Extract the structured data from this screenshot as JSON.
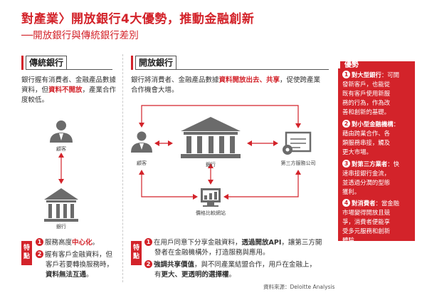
{
  "header": {
    "title": "對產業〉開放銀行4大優勢，推動金融創新",
    "subtitle": "──開放銀行與傳統銀行差別"
  },
  "traditional": {
    "heading": "傳統銀行",
    "desc_1": "銀行握有消費者、金融產品數據",
    "desc_2_pre": "資料，但",
    "desc_2_red": "資料不開放",
    "desc_2_post": "，產業合作",
    "desc_3": "度較低。",
    "label_customer": "顧客",
    "label_bank": "銀行",
    "features_badge": "特點",
    "feature_1_pre": "服務高度",
    "feature_1_bold": "中心化",
    "feature_1_post": "。",
    "feature_2_line1": "握有客戶金融資料，但",
    "feature_2_line2": "客戶若要轉換服務時，",
    "feature_2_line3_bold": "資料無法互通",
    "feature_2_line3_post": "。"
  },
  "open": {
    "heading": "開放銀行",
    "desc_1_pre": "銀行將消費者、金融產品數據",
    "desc_1_red": "資料開放出去、共享",
    "desc_1_post": "，促使跨產業",
    "desc_2": "合作機會大增。",
    "label_customer": "顧客",
    "label_bank": "銀行",
    "label_third_party": "第三方服務公司",
    "label_comparison": "價格比較網站",
    "features_badge": "特點",
    "feature_1_line1_pre": "在用戶同意下分享金融資料，",
    "feature_1_line1_bold": "透過開放API",
    "feature_1_line1_post": "，讓第三方開",
    "feature_1_line2": "發者在金融機構外，打造服務與應用。",
    "feature_2_line1_bold": "強調共享價值",
    "feature_2_line1_post": "，與不同產業結盟合作，用戶在金融上，",
    "feature_2_line2_pre": "有",
    "feature_2_line2_bold": "更大、更透明的選擇權",
    "feature_2_line2_post": "。"
  },
  "advantages": {
    "title": "優勢",
    "items": [
      {
        "num": "1",
        "head": "對大型銀行",
        "sep": "：",
        "lines": [
          "可開",
          "發新客戶，也能從",
          "既有客戶使用新服",
          "務的行為，作為改",
          "善和創新的基礎。"
        ]
      },
      {
        "num": "2",
        "head": "對小型金融機構",
        "sep": "：",
        "lines": [
          "藉由跨業合作、各",
          "類服務串接，觸及",
          "更大市場。"
        ]
      },
      {
        "num": "3",
        "head": "對第三方業者",
        "sep": "：",
        "lines": [
          "快",
          "速串接銀行金流，",
          "並透過分潤的型態",
          "獲利。"
        ]
      },
      {
        "num": "4",
        "head": "對消費者",
        "sep": "：",
        "lines": [
          "當金融",
          "市場變得開放且競",
          "爭，消費者便能享",
          "受多元服務和創新",
          "體驗。"
        ]
      }
    ]
  },
  "source": "資料來源：Deloitte Analysis",
  "colors": {
    "accent": "#d3232a",
    "icon_gray": "#6b6b6b",
    "icon_light": "#8c8c8c"
  }
}
